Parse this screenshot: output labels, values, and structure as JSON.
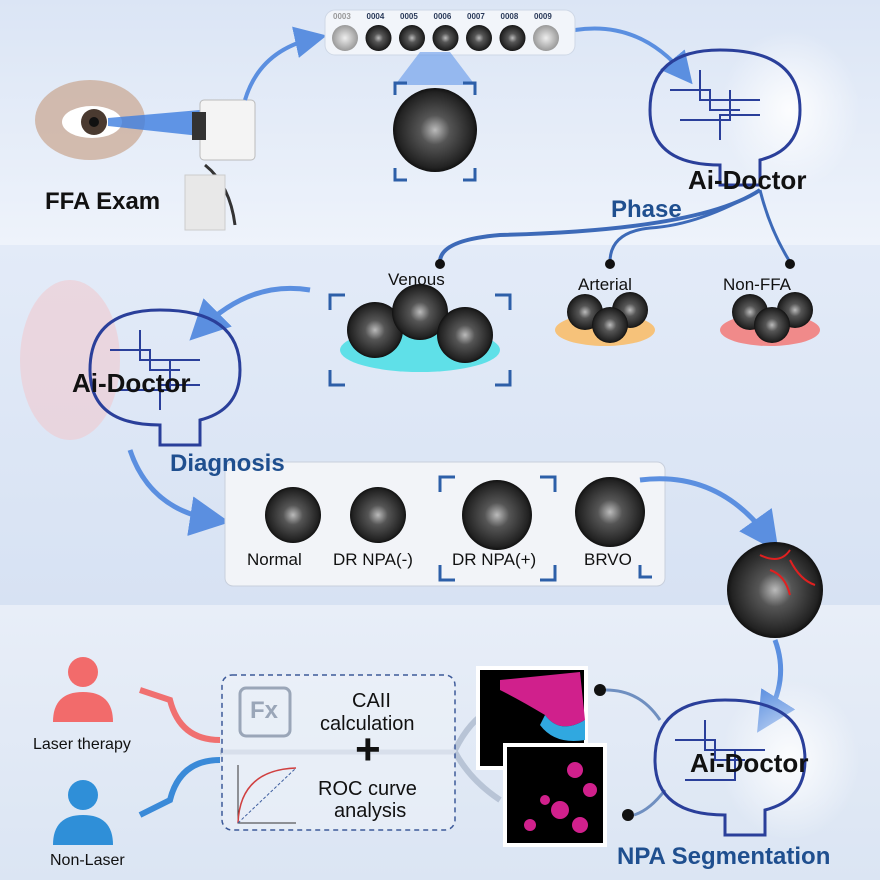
{
  "top": {
    "exam_label": "FFA Exam",
    "frames": [
      "0003",
      "0004",
      "0005",
      "0006",
      "0007",
      "0008",
      "0009"
    ],
    "ai_doctor_label": "Ai-Doctor",
    "phase_label": "Phase"
  },
  "middle": {
    "phases": [
      {
        "label": "Venous",
        "color": "#5fe0e8"
      },
      {
        "label": "Arterial",
        "color": "#f6c27a"
      },
      {
        "label": "Non-FFA",
        "color": "#f08a8a"
      }
    ],
    "ai_doctor_label": "Ai-Doctor",
    "diagnosis_label": "Diagnosis",
    "diagnoses": [
      "Normal",
      "DR NPA(-)",
      "DR NPA(+)",
      "BRVO"
    ]
  },
  "bottom": {
    "outcomes": [
      {
        "label": "Laser therapy",
        "color": "#f26b6b"
      },
      {
        "label": "Non-Laser",
        "color": "#2f8fd8"
      }
    ],
    "fx_label": "Fx",
    "caii_label_1": "CAII",
    "caii_label_2": "calculation",
    "plus_symbol": "+",
    "roc_label_1": "ROC curve",
    "roc_label_2": "analysis",
    "ai_doctor_label": "Ai-Doctor",
    "segmentation_label": "NPA Segmentation"
  },
  "colors": {
    "accent": "#1f4f8f",
    "arrow": "#5b8fe0",
    "brain": "#2a3f9a"
  }
}
